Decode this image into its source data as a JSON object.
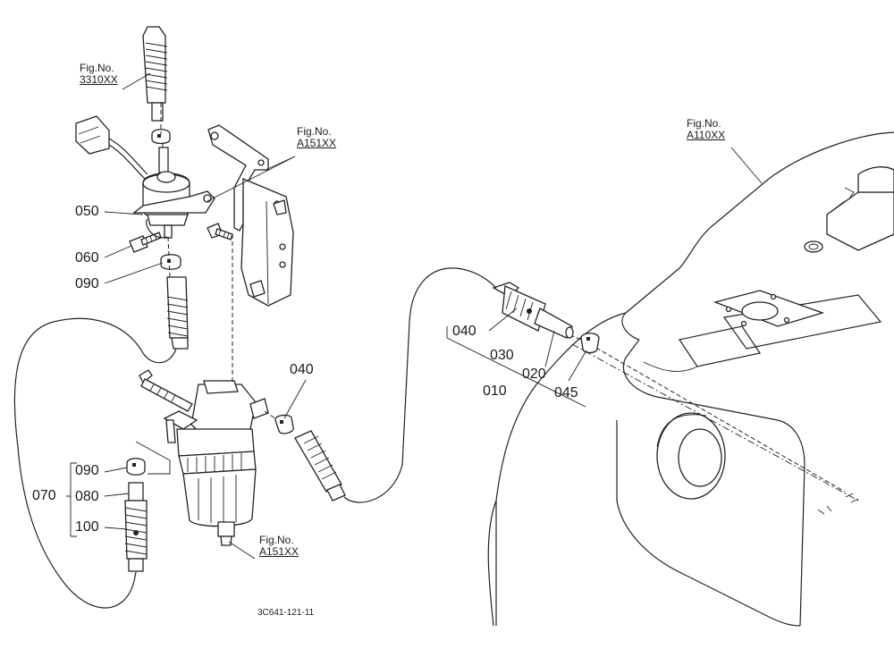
{
  "part_labels": {
    "p050": "050",
    "p060": "060",
    "p090_top": "090",
    "p040_mid": "040",
    "p040_right": "040",
    "p030": "030",
    "p020": "020",
    "p010": "010",
    "p045": "045",
    "p090_bottom": "090",
    "p070": "070",
    "p080": "080",
    "p100": "100"
  },
  "fig_refs": {
    "ref_3310": {
      "prefix": "Fig.No.",
      "code": "3310XX"
    },
    "ref_a151_top": {
      "prefix": "Fig.No.",
      "code": "A151XX"
    },
    "ref_a110": {
      "prefix": "Fig.No.",
      "code": "A110XX"
    },
    "ref_a151_bottom": {
      "prefix": "Fig.No.",
      "code": "A151XX"
    }
  },
  "diagram_code": "3C641-121-11"
}
